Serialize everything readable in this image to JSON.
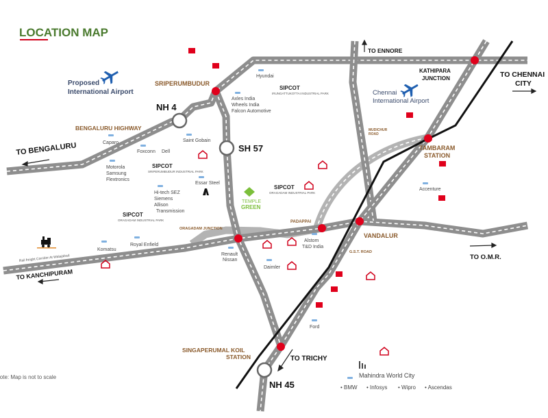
{
  "title": "LOCATION MAP",
  "colors": {
    "title": "#4a7a2e",
    "title_underline": "#d0001b",
    "junction": "#e0001b",
    "road": "#8e8e8e",
    "label_brown": "#8a5a2b"
  },
  "note": "Note: Map is not to scale",
  "directions": {
    "bengaluru": "TO BENGALURU",
    "kanchipuram": "TO KANCHIPURAM",
    "ennore": "TO ENNORE",
    "chennai_city_1": "TO CHENNAI",
    "chennai_city_2": "CITY",
    "omr": "TO O.M.R.",
    "trichy": "TO TRICHY"
  },
  "highways": {
    "nh4": "NH 4",
    "sh57": "SH 57",
    "nh45": "NH 45"
  },
  "places": {
    "sriperumbudur": "SRIPERUMBUDUR",
    "bengaluru_highway": "BENGALURU HIGHWAY",
    "kathipara_1": "KATHIPARA",
    "kathipara_2": "JUNCTION",
    "tambaram_1": "TAMBARAM",
    "tambaram_2": "STATION",
    "vandalur": "VANDALUR",
    "padappai": "PADAPPAI",
    "oragadam_junction": "ORAGADAM JUNCTION",
    "mudichur_1": "MUDICHUR",
    "mudichur_2": "ROAD",
    "gst_road": "G.S.T. ROAD",
    "singaperumal_1": "SINGAPERUMAL KOIL",
    "singaperumal_2": "STATION"
  },
  "airports": {
    "proposed_1": "Proposed",
    "proposed_2": "International Airport",
    "chennai_1": "Chennai",
    "chennai_2": "International Airport"
  },
  "sipcot": [
    {
      "name": "SIPCOT",
      "sub": "SRIPERUMBUDUR INDUSTRIAL PARK"
    },
    {
      "name": "SIPCOT",
      "sub": "IRUNGATTUKOTTAI INDUSTRIAL PARK"
    },
    {
      "name": "SIPCOT",
      "sub": "ORAGADAM INDUSTRIAL PARK"
    },
    {
      "name": "SIPCOT",
      "sub": "ORAGADAM INDUSTRIAL PARK"
    }
  ],
  "companies": {
    "hyundai": "Hyundai",
    "axles": "Axles India",
    "wheels": "Wheels India",
    "falcon": "Falcon Automotive",
    "caparo": "Caparo",
    "foxconn": "Foxconn",
    "dell": "Dell",
    "saint_gobain": "Saint Gobain",
    "motorola": "Motorola",
    "samsung": "Samsung",
    "flextronics": "Flextronics",
    "essar": "Essar Steel",
    "hitech": "Hi-tech SEZ",
    "siemens": "Siemens",
    "allison_1": "Allison",
    "allison_2": "Transmission",
    "komatsu": "Komatsu",
    "royal_enfield": "Royal Enfield",
    "renault_1": "Renault",
    "renault_2": "Nissan",
    "daimler": "Daimler",
    "alstom_1": "Alstom",
    "alstom_2": "T&D India",
    "accenture": "Accenture",
    "ford": "Ford"
  },
  "temple_green_1": "TEMPLE",
  "temple_green_2": "GREEN",
  "rail_freight": "Rail freight Corridor At Walajabad",
  "mahindra": {
    "name": "Mahindra World City",
    "items": [
      "BMW",
      "Infosys",
      "Wipro",
      "Ascendas"
    ]
  }
}
